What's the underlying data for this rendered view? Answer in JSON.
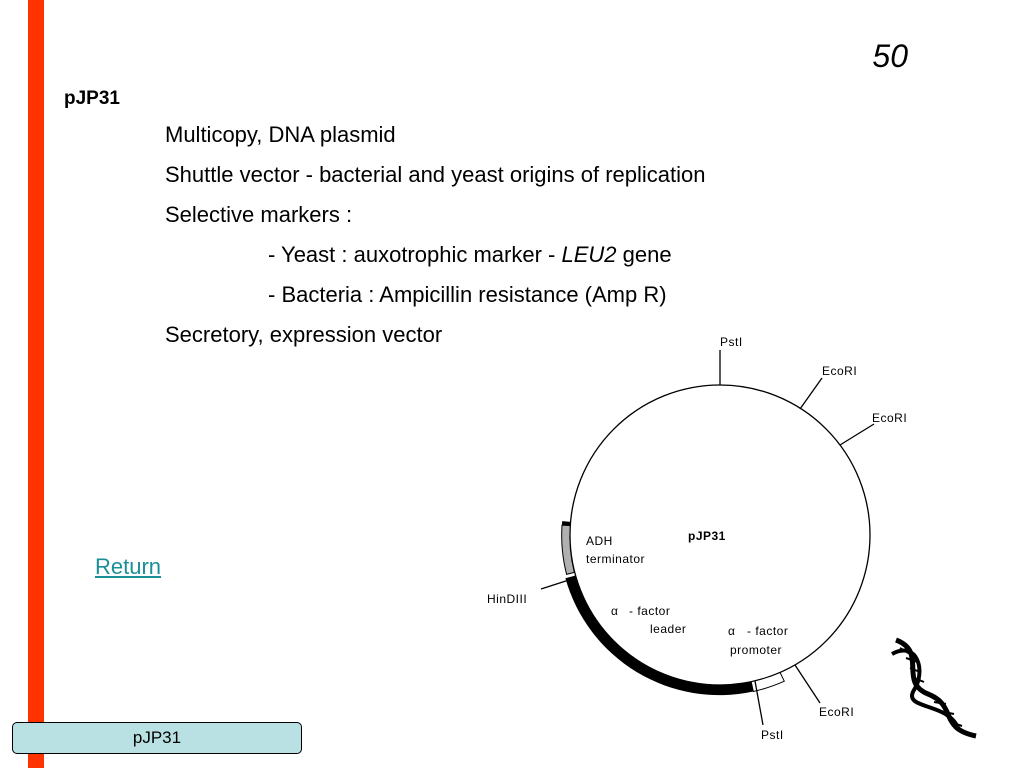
{
  "slide": {
    "page_number": "50",
    "title": "pJP31",
    "bullets": [
      {
        "text": "Multicopy, DNA plasmid"
      },
      {
        "text": "Shuttle vector - bacterial and yeast origins of replication"
      },
      {
        "text": "Selective markers :"
      },
      {
        "prefix": "- Yeast : auxotrophic marker - ",
        "italic": "LEU2",
        "suffix": " gene"
      },
      {
        "text": "- Bacteria : Ampicillin resistance (Amp R)"
      },
      {
        "text": "Secretory, expression vector"
      }
    ],
    "return_link": "Return",
    "footer_label": "pJP31"
  },
  "diagram": {
    "plasmid_name": "pJP31",
    "sites": {
      "pst1_top": "PstI",
      "ecor1_1": "EcoRI",
      "ecor1_2": "EcoRI",
      "hind3": "HinDIII",
      "ecor1_3": "EcoRI",
      "pst1_bottom": "PstI"
    },
    "regions": {
      "adh_line1": "ADH",
      "adh_line2": "terminator",
      "leader_alpha": "α",
      "leader_line1": "- factor",
      "leader_line2": "leader",
      "promoter_alpha": "α",
      "promoter_line1": "- factor",
      "promoter_line2": "promoter"
    },
    "colors": {
      "accent_bar": "#ff3300",
      "footer_bg": "#b9e0e3",
      "link": "#1a8f9a"
    }
  }
}
